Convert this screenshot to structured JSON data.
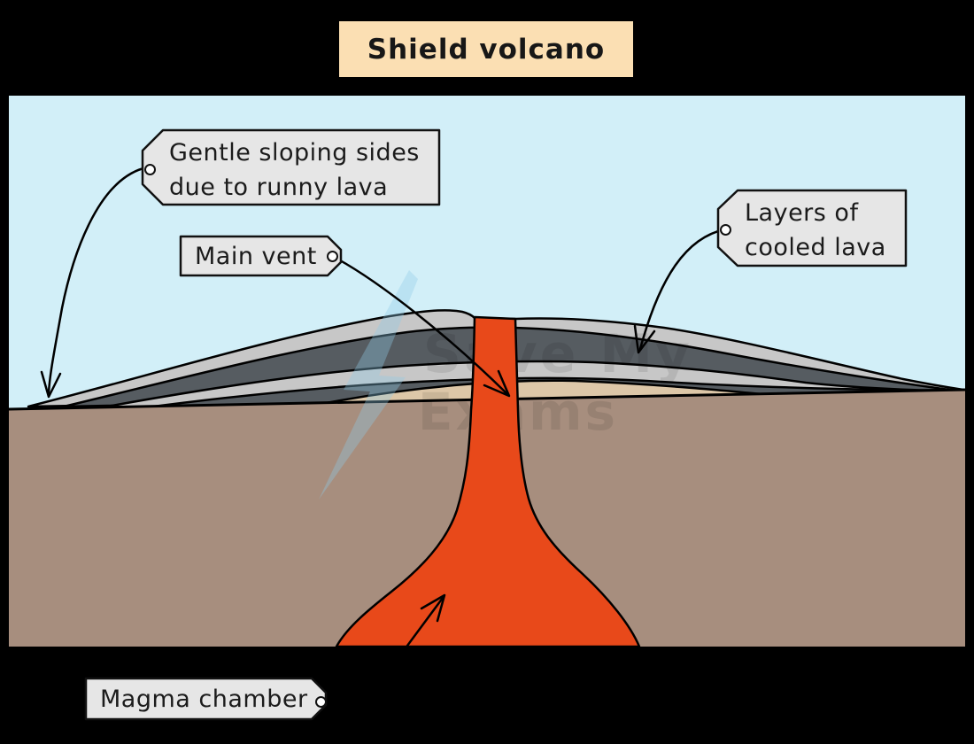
{
  "title": "Shield volcano",
  "diagram": {
    "tags": {
      "slopes": {
        "line1": "Gentle sloping sides",
        "line2": "due to runny lava"
      },
      "main_vent": {
        "line1": "Main vent"
      },
      "layers": {
        "line1": "Layers of",
        "line2": "cooled lava"
      },
      "magma_chamber": {
        "line1": "Magma chamber"
      }
    },
    "watermark": {
      "line1": "Save My",
      "line2": "Exams"
    }
  },
  "colors": {
    "background": "#000000",
    "title_box_bg": "#FBDFB3",
    "sky": "#D2EFF8",
    "tag_bg": "#E6E6E6",
    "layer_light": "#C7C7C7",
    "layer_dark": "#565C61",
    "base_layer_tan": "#DDC7A8",
    "ground_brown": "#A78E7E",
    "magma_orange": "#E8491A",
    "outline": "#000000",
    "watermark_text": "#000000",
    "watermark_bolt": "#8FCBE8"
  }
}
